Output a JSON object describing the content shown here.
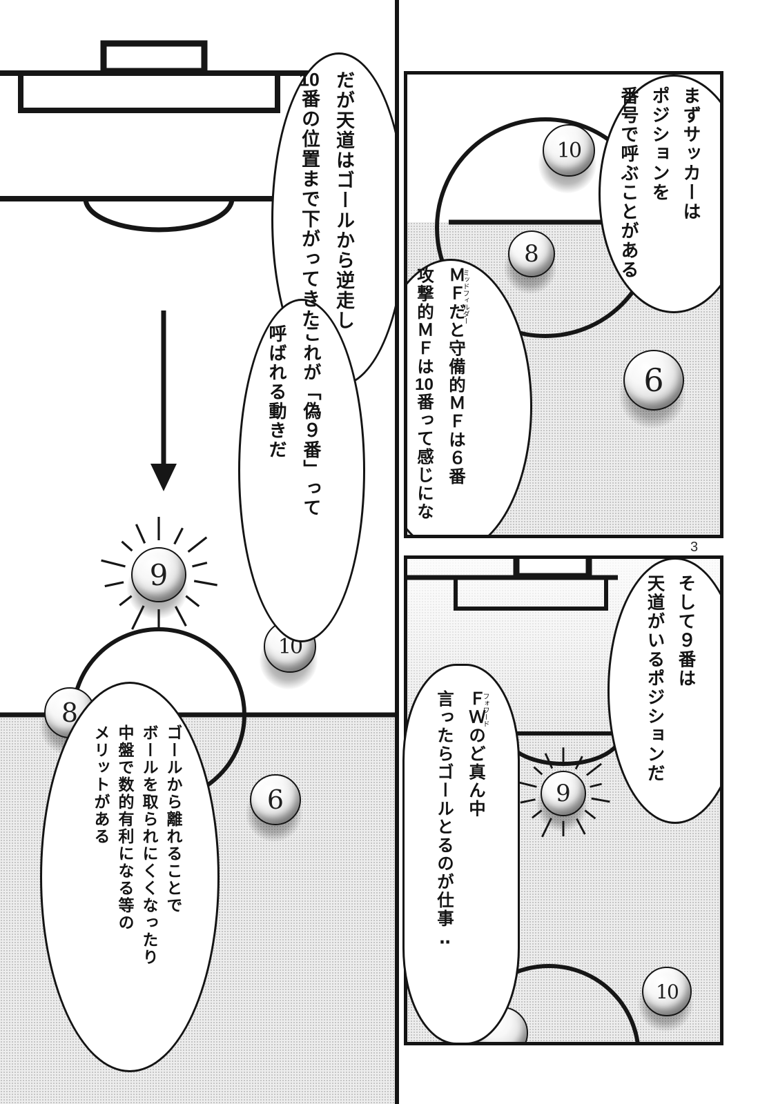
{
  "page_number": "3",
  "colors": {
    "ink": "#141414",
    "paper": "#ffffff",
    "halftone_dot": "#bdbdbd"
  },
  "left_panel": {
    "bubble_top": {
      "col1": "だが天道はゴールから逆走し",
      "col2_num": "10",
      "col2_text": "番の位置まで下がってきた"
    },
    "bubble_mid": {
      "col1": "これが「偽９番」って",
      "col2": "呼ばれる動きだ"
    },
    "bubble_bottom": {
      "col1": "ゴールから離れることで",
      "col2": "ボールを取られにくくなったり",
      "col3": "中盤で数的有利になる等の",
      "col4": "メリットがある"
    },
    "balls": {
      "b9": "9",
      "b10": "10",
      "b8": "8",
      "b6": "6"
    }
  },
  "top_right_panel": {
    "bubble_top": {
      "col1": "まずサッカーは",
      "col2": "ポジションを",
      "col3": "番号で呼ぶことがある"
    },
    "bubble_left": {
      "col1": "ＭＦだと守備的ＭＦは６番",
      "col1_furigana": "ミッドフィルダー",
      "col2_pre": "攻撃的ＭＦは",
      "col2_num": "10",
      "col2_post": "番って感じにな"
    },
    "balls": {
      "b10": "10",
      "b8": "8",
      "b6": "6"
    }
  },
  "bottom_right_panel": {
    "bubble_top": {
      "col1": "そして９番は",
      "col2": "天道がいるポジションだ"
    },
    "bubble_left": {
      "col1": "ＦＷのど真ん中",
      "col1_furigana": "フォワード",
      "col2": "言ったらゴールとるのが仕事‥"
    },
    "balls": {
      "b9": "9",
      "b10": "10"
    }
  }
}
